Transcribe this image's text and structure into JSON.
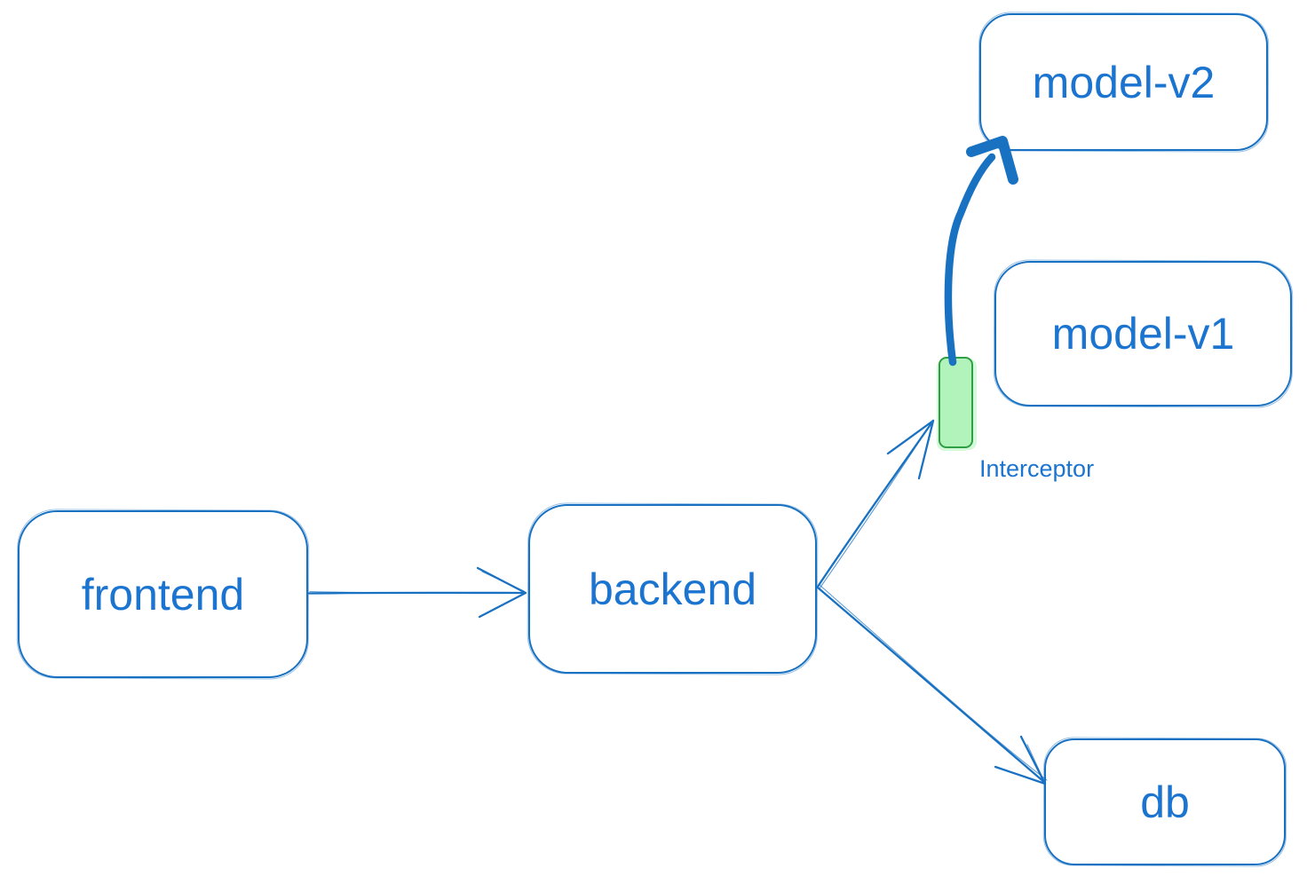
{
  "colors": {
    "blue_stroke": "#1971c2",
    "blue_text": "#1b74d0",
    "green_stroke": "#2f9e44",
    "green_fill": "#b2f2bb",
    "green_overshoot": "#d3f9d8",
    "canvas_bg": "#ffffff"
  },
  "diagram": {
    "nodes": {
      "frontend": {
        "label": "frontend"
      },
      "backend": {
        "label": "backend"
      },
      "model_v2": {
        "label": "model-v2"
      },
      "model_v1": {
        "label": "model-v1"
      },
      "db": {
        "label": "db"
      },
      "interceptor": {
        "label": "Interceptor"
      }
    },
    "edges": [
      {
        "from": "frontend",
        "to": "backend",
        "style": "thin-sketch-arrow"
      },
      {
        "from": "backend",
        "to": "interceptor",
        "style": "thin-sketch-arrow"
      },
      {
        "from": "backend",
        "to": "db",
        "style": "thin-sketch-arrow"
      },
      {
        "from": "interceptor",
        "to": "model-v2",
        "style": "bold-curved-arrow"
      }
    ]
  }
}
